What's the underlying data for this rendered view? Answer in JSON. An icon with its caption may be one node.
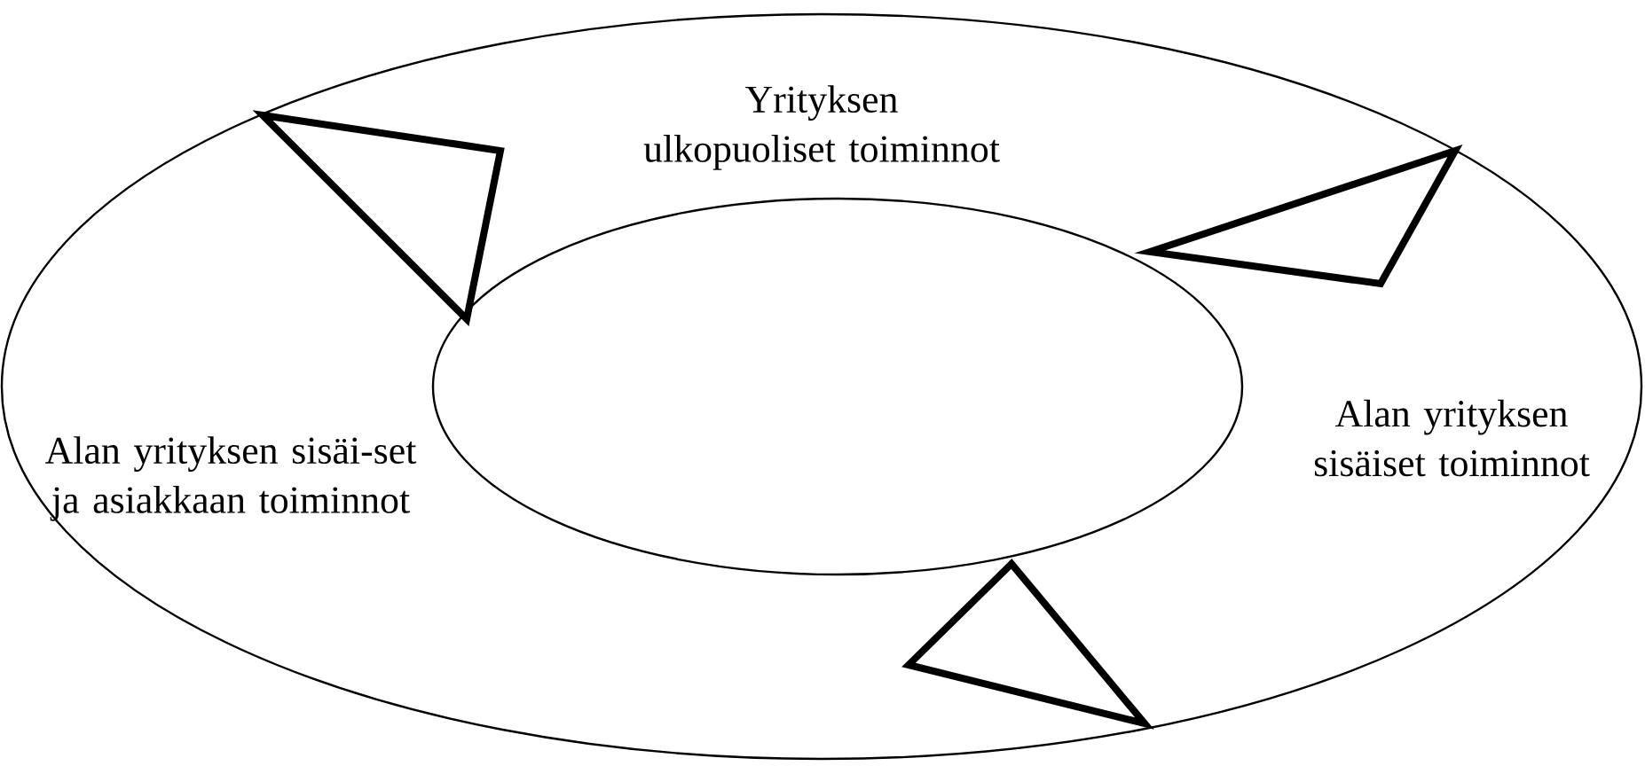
{
  "diagram": {
    "nodes": [
      {
        "text": [],
        "shape": "ellipse"
      },
      {
        "text": [],
        "shape": "ellipse",
        "in": 0
      }
    ],
    "labels": [
      "Yrityksen ulkopuoliset toiminnot",
      "Alan yrityksen sisäi-set ja asiakkaan toiminnot",
      "Alan yrityksen sisäiset toiminnot"
    ]
  }
}
